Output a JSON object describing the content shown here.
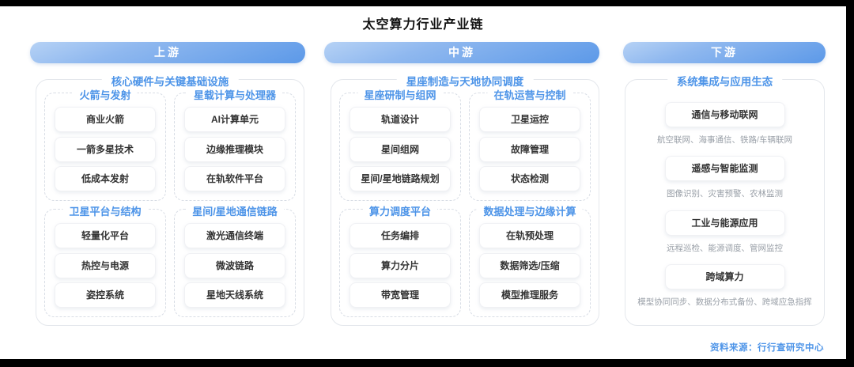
{
  "title": "太空算力行业产业链",
  "source": "资料来源：行行查研究中心",
  "colors": {
    "accent_blue": "#4D94E8",
    "header_gradient_start": "#B6D2F5",
    "header_gradient_end": "#5C99E8",
    "item_text": "#333333",
    "desc_gray": "#9AA0A8"
  },
  "columns": [
    {
      "header": "上游",
      "section_title": "核心硬件与关键基础设施",
      "groups": [
        {
          "title": "火箭与发射",
          "items": [
            "商业火箭",
            "一箭多星技术",
            "低成本发射"
          ]
        },
        {
          "title": "星载计算与处理器",
          "items": [
            "AI计算单元",
            "边缘推理模块",
            "在轨软件平台"
          ]
        },
        {
          "title": "卫星平台与结构",
          "items": [
            "轻量化平台",
            "热控与电源",
            "姿控系统"
          ]
        },
        {
          "title": "星间/星地通信链路",
          "items": [
            "激光通信终端",
            "微波链路",
            "星地天线系统"
          ]
        }
      ]
    },
    {
      "header": "中游",
      "section_title": "星座制造与天地协同调度",
      "groups": [
        {
          "title": "星座研制与组网",
          "items": [
            "轨道设计",
            "星间组网",
            "星间/星地链路规划"
          ]
        },
        {
          "title": "在轨运营与控制",
          "items": [
            "卫星运控",
            "故障管理",
            "状态检测"
          ]
        },
        {
          "title": "算力调度平台",
          "items": [
            "任务编排",
            "算力分片",
            "带宽管理"
          ]
        },
        {
          "title": "数据处理与边缘计算",
          "items": [
            "在轨预处理",
            "数据筛选/压缩",
            "模型推理服务"
          ]
        }
      ]
    },
    {
      "header": "下游",
      "section_title": "系统集成与应用生态",
      "applications": [
        {
          "title": "通信与移动联网",
          "desc": "航空联网、海事通信、铁路/车辆联网"
        },
        {
          "title": "遥感与智能监测",
          "desc": "图像识别、灾害预警、农林监测"
        },
        {
          "title": "工业与能源应用",
          "desc": "远程巡检、能源调度、管网监控"
        },
        {
          "title": "跨域算力",
          "desc": "模型协同同步、数据分布式备份、跨域应急指挥"
        }
      ]
    }
  ]
}
